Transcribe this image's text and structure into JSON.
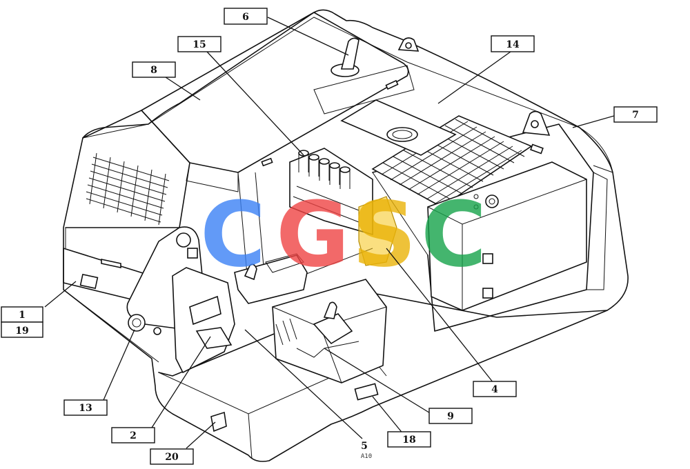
{
  "callouts": [
    {
      "id": "c6",
      "label": "6"
    },
    {
      "id": "c15",
      "label": "15"
    },
    {
      "id": "c14",
      "label": "14"
    },
    {
      "id": "c8",
      "label": "8"
    },
    {
      "id": "c7",
      "label": "7"
    },
    {
      "id": "c1",
      "label": "1"
    },
    {
      "id": "c19",
      "label": "19"
    },
    {
      "id": "c13",
      "label": "13"
    },
    {
      "id": "c2",
      "label": "2"
    },
    {
      "id": "c20",
      "label": "20"
    },
    {
      "id": "c4",
      "label": "4"
    },
    {
      "id": "c9",
      "label": "9"
    },
    {
      "id": "c18",
      "label": "18"
    }
  ],
  "loose_labels": {
    "five": "5",
    "sheet_code": "A10"
  },
  "watermark": {
    "letters": [
      "C",
      "G",
      "S",
      "C"
    ],
    "colors": [
      "#3b82f6",
      "#ef4444",
      "#eab308",
      "#16a34a"
    ]
  }
}
